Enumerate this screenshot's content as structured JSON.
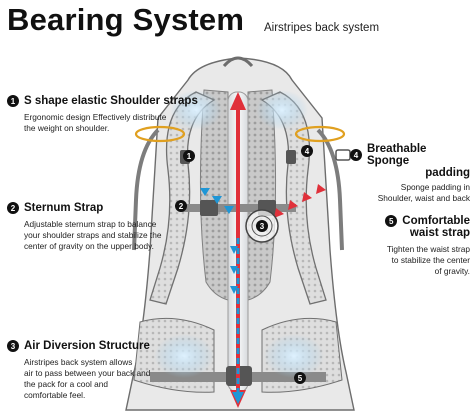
{
  "header": {
    "title": "Bearing System",
    "subtitle": "Airstripes back system"
  },
  "callouts": [
    {
      "number": "1",
      "title": "S shape elastic Shoulder straps",
      "lines": [
        "Ergonomic design Effectively distribute",
        "the weight on shoulder."
      ]
    },
    {
      "number": "2",
      "title": "Sternum Strap",
      "lines": [
        "Adjustable sternum strap to balance",
        "your shoulder straps and stabilize the",
        "center of gravity on the upper body."
      ]
    },
    {
      "number": "3",
      "title": "Air Diversion Structure",
      "lines": [
        "Airstripes back system allows",
        "air to pass between your back and",
        "the pack for a cool and",
        "comfortable feel."
      ]
    },
    {
      "number": "4",
      "title_line1": "Breathable Sponge",
      "title_line2": "padding",
      "lines": [
        "Sponge padding in",
        "Shoulder, waist and back"
      ]
    },
    {
      "number": "5",
      "title_line1": "Comfortable",
      "title_line2": "waist strap",
      "lines": [
        "Tighten the waist strap",
        "to stabilize the center",
        "of gravity."
      ]
    }
  ],
  "markers": [
    "1",
    "2",
    "3",
    "4",
    "5"
  ],
  "colors": {
    "red_arrow": "#e0303a",
    "blue_arrow": "#1e96d6",
    "accent_ring": "#e0a020",
    "strap_gray": "#8a8a8a",
    "mesh_gray": "#bdbdbd"
  }
}
